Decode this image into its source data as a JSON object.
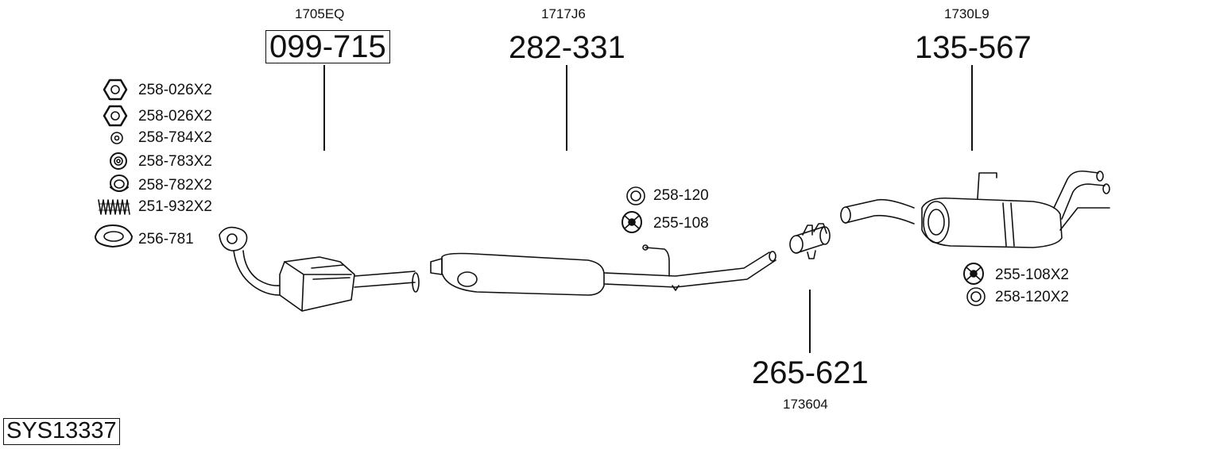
{
  "system_code": "SYS13337",
  "main_parts": [
    {
      "ref": "1705EQ",
      "part": "099-715",
      "boxed": true
    },
    {
      "ref": "1717J6",
      "part": "282-331",
      "boxed": false
    },
    {
      "ref": "1730L9",
      "part": "135-567",
      "boxed": false
    },
    {
      "ref": "173604",
      "part": "265-621",
      "boxed": false
    }
  ],
  "left_accessories": [
    {
      "label": "258-026X2",
      "icon": "hex-nut-icon"
    },
    {
      "label": "258-026X2",
      "icon": "hex-nut-icon"
    },
    {
      "label": "258-784X2",
      "icon": "washer-icon"
    },
    {
      "label": "258-783X2",
      "icon": "washer-icon"
    },
    {
      "label": "258-782X2",
      "icon": "spring-washer-icon"
    },
    {
      "label": "251-932X2",
      "icon": "spring-icon"
    },
    {
      "label": "256-781",
      "icon": "gasket-ring-icon"
    }
  ],
  "middle_accessories": [
    {
      "label": "258-120",
      "icon": "rubber-ring-icon"
    },
    {
      "label": "255-108",
      "icon": "rubber-mount-icon"
    }
  ],
  "right_accessories": [
    {
      "label": "255-108X2",
      "icon": "rubber-mount-icon"
    },
    {
      "label": "258-120X2",
      "icon": "rubber-ring-icon"
    }
  ]
}
